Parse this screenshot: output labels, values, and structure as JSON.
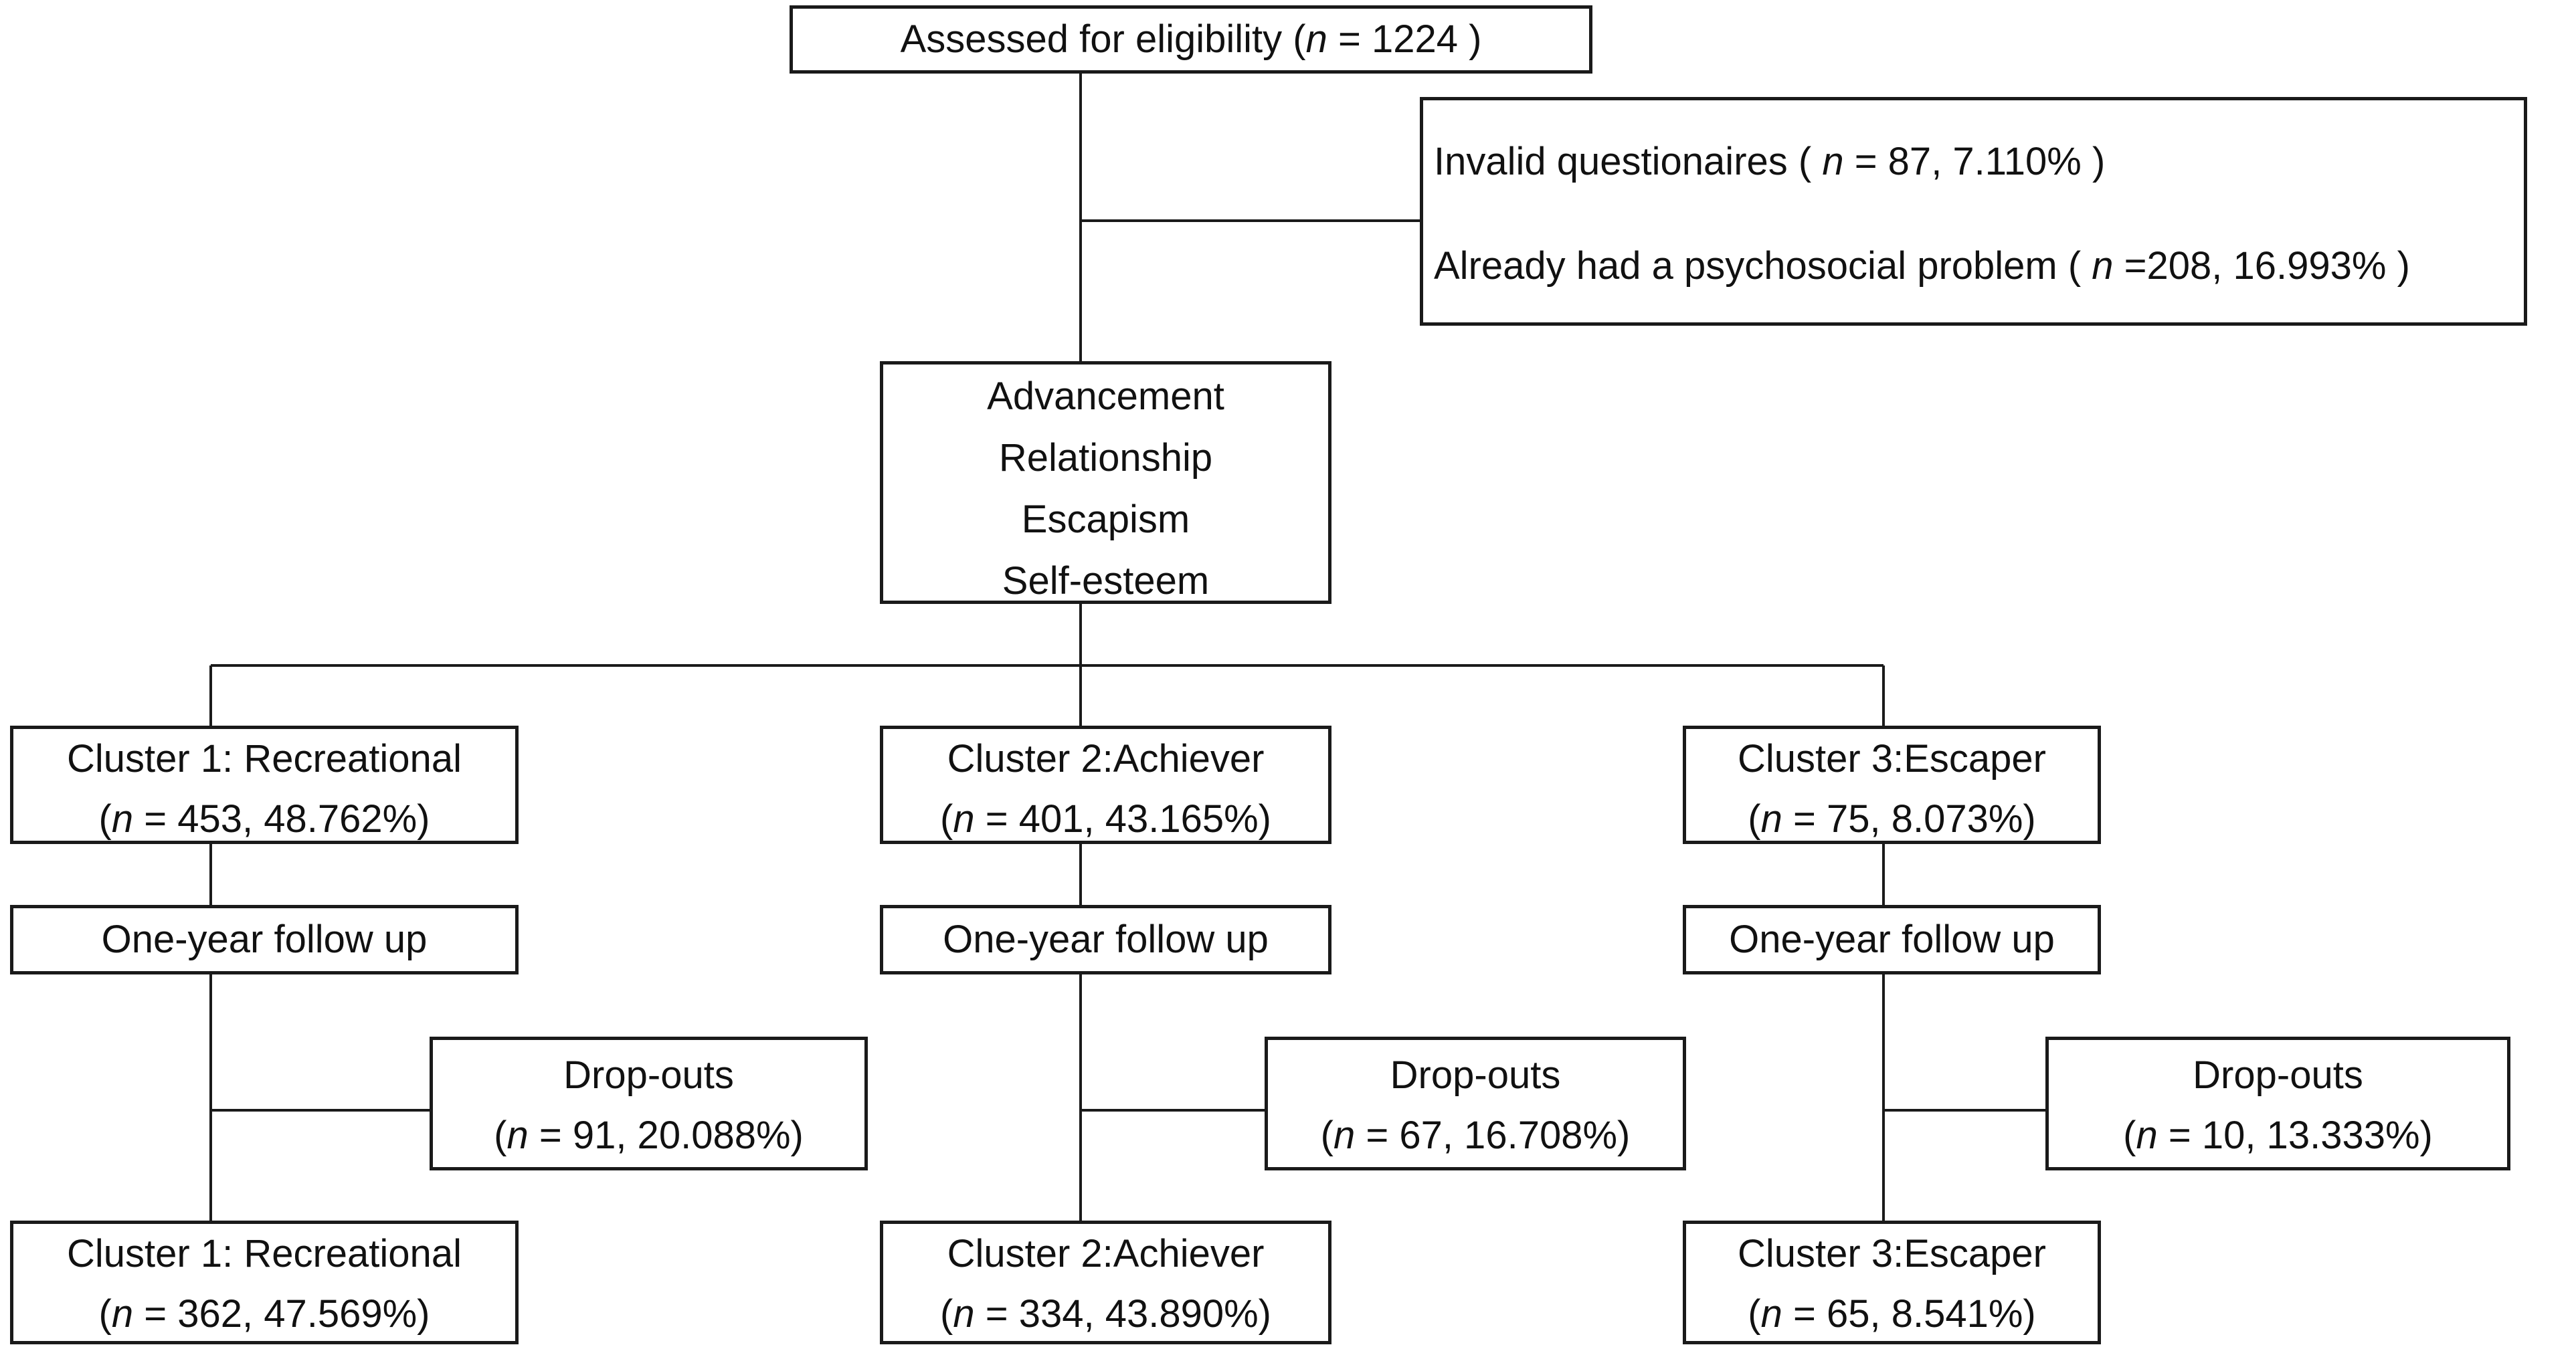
{
  "assessed": {
    "before": "Assessed for eligibility (",
    "n": "n",
    "after": " = 1224 )"
  },
  "exclusions": [
    {
      "before": "Invalid questionaires  ( ",
      "n": "n",
      "after": " = 87, 7.110% )"
    },
    {
      "before": "Already had a psychosocial problem ( ",
      "n": "n",
      "after": " =208, 16.993% )"
    }
  ],
  "factors": [
    "Advancement",
    "Relationship",
    "Escapism",
    "Self-esteem"
  ],
  "clusters": [
    {
      "title": "Cluster 1: Recreational",
      "baseline": {
        "before": "(",
        "n": "n",
        "after": " = 453, 48.762%)"
      },
      "followup": "One-year follow up",
      "dropouts_title": "Drop-outs",
      "dropouts": {
        "before": "(",
        "n": "n",
        "after": " = 91, 20.088%)"
      },
      "final_title": "Cluster 1: Recreational",
      "final": {
        "before": "(",
        "n": "n",
        "after": " = 362, 47.569%)"
      }
    },
    {
      "title": "Cluster 2:Achiever",
      "baseline": {
        "before": "(",
        "n": "n",
        "after": " = 401, 43.165%)"
      },
      "followup": "One-year follow up",
      "dropouts_title": "Drop-outs",
      "dropouts": {
        "before": "(",
        "n": "n",
        "after": " = 67, 16.708%)"
      },
      "final_title": "Cluster 2:Achiever",
      "final": {
        "before": "(",
        "n": "n",
        "after": " = 334, 43.890%)"
      }
    },
    {
      "title": "Cluster 3:Escaper",
      "baseline": {
        "before": "(",
        "n": "n",
        "after": " = 75, 8.073%)"
      },
      "followup": "One-year follow up",
      "dropouts_title": "Drop-outs",
      "dropouts": {
        "before": "(",
        "n": "n",
        "after": " = 10, 13.333%)"
      },
      "final_title": "Cluster 3:Escaper",
      "final": {
        "before": "(",
        "n": "n",
        "after": " = 65, 8.541%)"
      }
    }
  ]
}
